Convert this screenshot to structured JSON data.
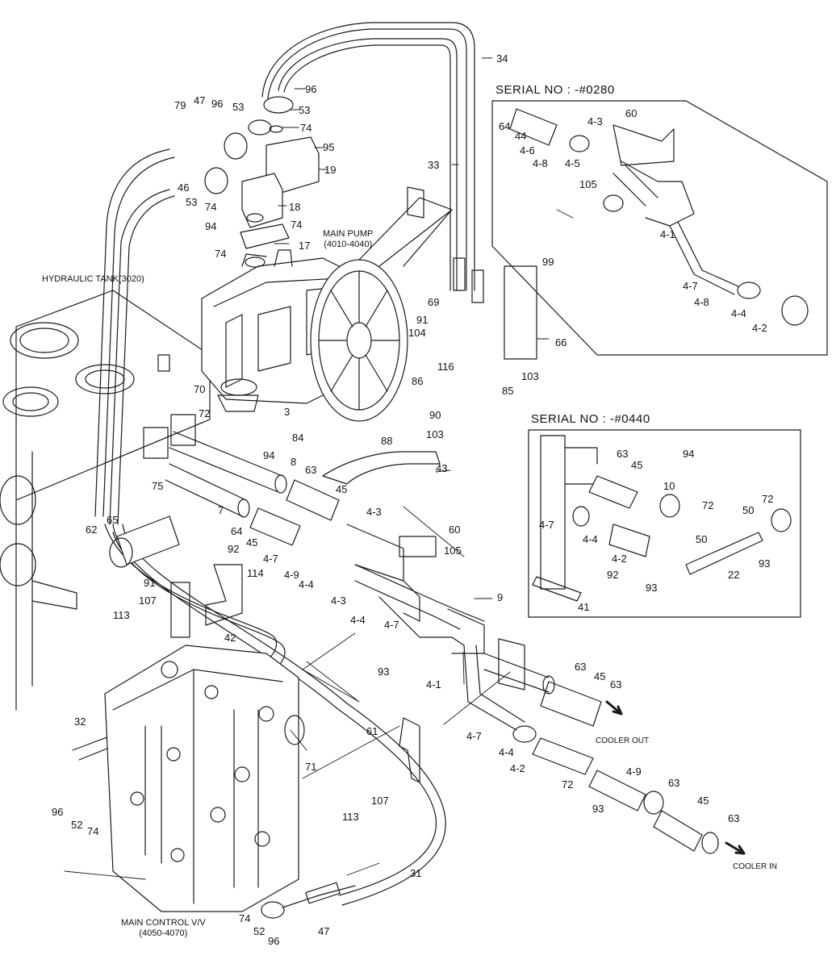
{
  "diagram": {
    "captions": {
      "hydraulic_tank": "HYDRAULIC TANK(3020)",
      "main_pump_line1": "MAIN PUMP",
      "main_pump_line2": "(4010-4040)",
      "main_control_line1": "MAIN CONTROL V/V",
      "main_control_line2": "(4050-4070)",
      "serial_0280": "SERIAL NO : -#0280",
      "serial_0440": "SERIAL NO : -#0440",
      "cooler_out": "COOLER OUT",
      "cooler_in": "COOLER IN"
    },
    "callouts": {
      "c34": "34",
      "c96a": "96",
      "c53a": "53",
      "c79": "79",
      "c47a": "47",
      "c96b": "96",
      "c53b": "53",
      "c74a": "74",
      "c95": "95",
      "c33": "33",
      "c19": "19",
      "c46": "46",
      "c53c": "53",
      "c74b": "74",
      "c18": "18",
      "c94a": "94",
      "c74c": "74",
      "c17": "17",
      "c74d": "74",
      "c99": "99",
      "c69": "69",
      "c91a": "91",
      "c104": "104",
      "c66": "66",
      "c86": "86",
      "c116": "116",
      "c103a": "103",
      "c85": "85",
      "c70": "70",
      "c3": "3",
      "c72a": "72",
      "c84": "84",
      "c90": "90",
      "c88": "88",
      "c103b": "103",
      "c94b": "94",
      "c8": "8",
      "c63a": "63",
      "c45a": "45",
      "c43": "43",
      "c75": "75",
      "c7": "7",
      "c64a": "64",
      "c45b": "45",
      "c43b": "4-3",
      "c60b": "60",
      "c62": "62",
      "c65": "65",
      "c92a": "92",
      "c105b": "105",
      "c47b": "4-7",
      "c49a": "4-9",
      "c44a": "4-4",
      "c91b": "91",
      "c114": "114",
      "c107a": "107",
      "c113a": "113",
      "c42": "42",
      "c43c": "4-3",
      "c9": "9",
      "c44b": "4-4",
      "c47c": "4-7",
      "c93a": "93",
      "c41a": "4-1",
      "c63b": "63",
      "c45c": "45",
      "c63c": "63",
      "c32": "32",
      "c61": "61",
      "c71": "71",
      "c47d": "4-7",
      "c44c": "4-4",
      "c42b": "4-2",
      "c72b": "72",
      "c49b": "4-9",
      "c63d": "63",
      "c96c": "96",
      "c52a": "52",
      "c74e": "74",
      "c113b": "113",
      "c107b": "107",
      "c93b": "93",
      "c45d": "45",
      "c63e": "63",
      "c31": "31",
      "c74f": "74",
      "c52b": "52",
      "c96d": "96",
      "c47e": "47",
      "s1_60": "60",
      "s1_64": "64",
      "s1_44": "44",
      "s1_43": "4-3",
      "s1_46": "4-6",
      "s1_48a": "4-8",
      "s1_45": "4-5",
      "s1_105": "105",
      "s1_41": "4-1",
      "s1_47": "4-7",
      "s1_48b": "4-8",
      "s1_44b": "4-4",
      "s1_42": "4-2",
      "s2_63": "63",
      "s2_45": "45",
      "s2_94": "94",
      "s2_10": "10",
      "s2_72a": "72",
      "s2_47": "4-7",
      "s2_44": "4-4",
      "s2_42": "4-2",
      "s2_50a": "50",
      "s2_72b": "72",
      "s2_50b": "50",
      "s2_92": "92",
      "s2_93a": "93",
      "s2_22": "22",
      "s2_93b": "93",
      "s2_41": "41"
    }
  }
}
